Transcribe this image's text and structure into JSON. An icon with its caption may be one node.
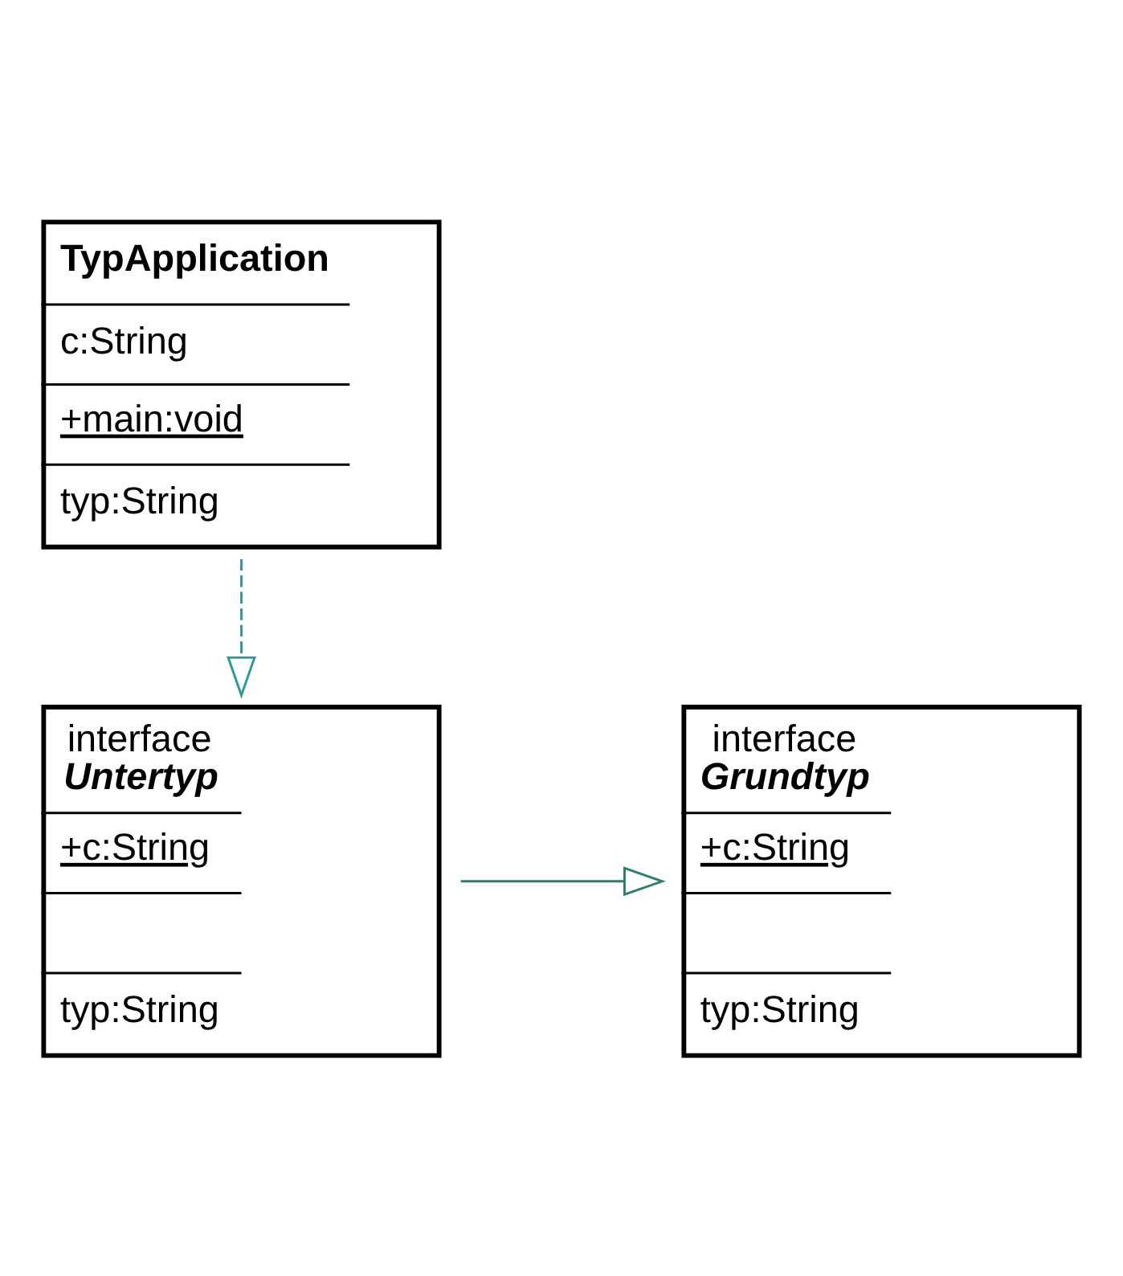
{
  "diagram": {
    "nodes": [
      {
        "text": [
          "interface",
          "Grundtyp",
          "+c:String",
          "typ:String"
        ]
      },
      {
        "text": [
          "interface",
          "Untertyp",
          "+c:String",
          "typ:String"
        ]
      },
      {
        "text": [
          "TypApplication",
          "c:String",
          "+main:void",
          "typ:String"
        ]
      }
    ],
    "edges": [
      {
        "from": 1,
        "to": 0,
        "arrow": "to",
        "color": "#2e7d6e"
      },
      {
        "from": 2,
        "to": 1,
        "arrow": "to",
        "style": "dashed",
        "color": "#2e9a9a"
      }
    ]
  }
}
